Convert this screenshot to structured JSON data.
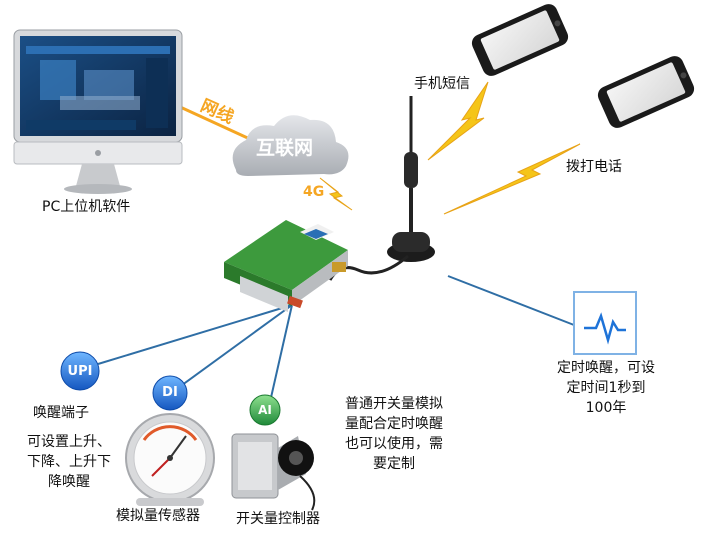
{
  "labels": {
    "pc": "PC上位机软件",
    "network_line": "网线",
    "cloud": "互联网",
    "fourg": "4G",
    "sms": "手机短信",
    "call": "拨打电话",
    "timer_line1": "定时唤醒，可设",
    "timer_line2": "定时间1秒到",
    "timer_line3": "100年",
    "upi_badge": "UPI",
    "di_badge": "DI",
    "ai_badge": "AI",
    "wake_terminal": "唤醒端子",
    "wake_desc_line1": "可设置上升、",
    "wake_desc_line2": "下降、上升下",
    "wake_desc_line3": "降唤醒",
    "analog_sensor": "模拟量传感器",
    "switch_controller": "开关量控制器",
    "note_line1": "普通开关量模拟",
    "note_line2": "量配合定时唤醒",
    "note_line3": "也可以使用，需",
    "note_line4": "要定制"
  },
  "colors": {
    "orange": "#f5a623",
    "line_blue": "#2f6ea5",
    "badge_blue": "#1e73d8",
    "badge_green": "#2fa84f",
    "board_green": "#3d9a3d",
    "timer_border": "#7fb2e5"
  }
}
